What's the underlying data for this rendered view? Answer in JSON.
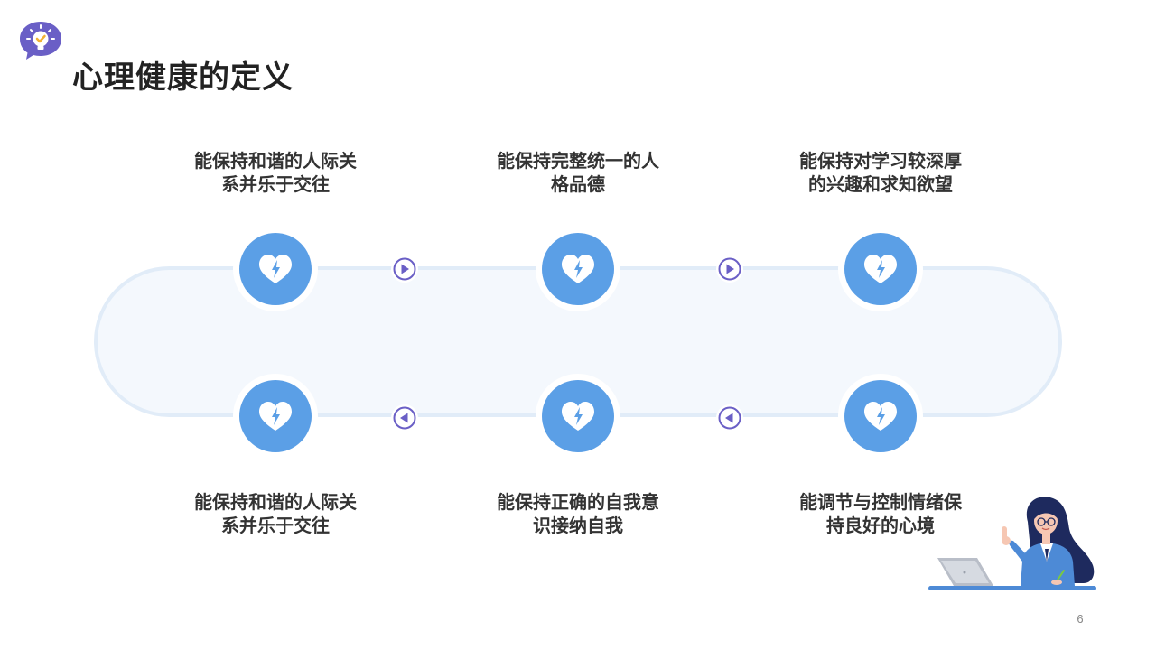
{
  "title": "心理健康的定义",
  "page_number": "6",
  "top_items": [
    {
      "line1": "能保持和谐的人际关",
      "line2": "系并乐于交往"
    },
    {
      "line1": "能保持完整统一的人",
      "line2": "格品德"
    },
    {
      "line1": "能保持对学习较深厚",
      "line2": "的兴趣和求知欲望"
    }
  ],
  "bottom_items": [
    {
      "line1": "能保持和谐的人际关",
      "line2": "系并乐于交往"
    },
    {
      "line1": "能保持正确的自我意",
      "line2": "识接纳自我"
    },
    {
      "line1": "能调节与控制情绪保",
      "line2": "持良好的心境"
    }
  ],
  "icons": {
    "logo": "lightbulb-check-icon",
    "node": "heart-lightning-icon",
    "arrow_forward": "play-right-icon",
    "arrow_back": "play-left-icon"
  },
  "colors": {
    "accent": "#5b9fe6",
    "accent_light": "#e3eefa",
    "purple": "#6a5fc6",
    "title": "#222222",
    "text": "#333333"
  }
}
